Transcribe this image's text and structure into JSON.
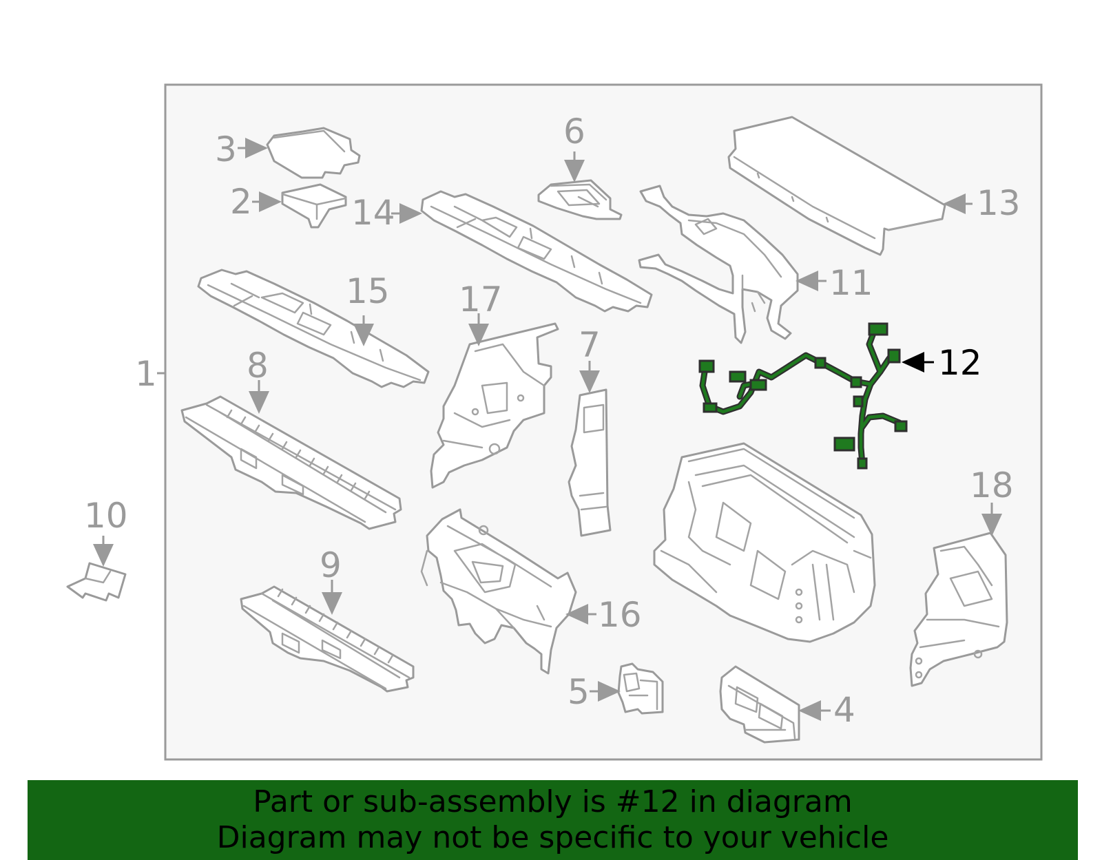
{
  "diagram": {
    "highlight_color": "#1f7a1f",
    "callouts": [
      "1",
      "2",
      "3",
      "4",
      "5",
      "6",
      "7",
      "8",
      "9",
      "10",
      "11",
      "12",
      "13",
      "14",
      "15",
      "16",
      "17",
      "18"
    ],
    "highlighted_callout": "12"
  },
  "banner": {
    "line1": "Part or sub-assembly is #12 in diagram",
    "line2": "Diagram may not be specific to your vehicle",
    "background": "#136613"
  }
}
